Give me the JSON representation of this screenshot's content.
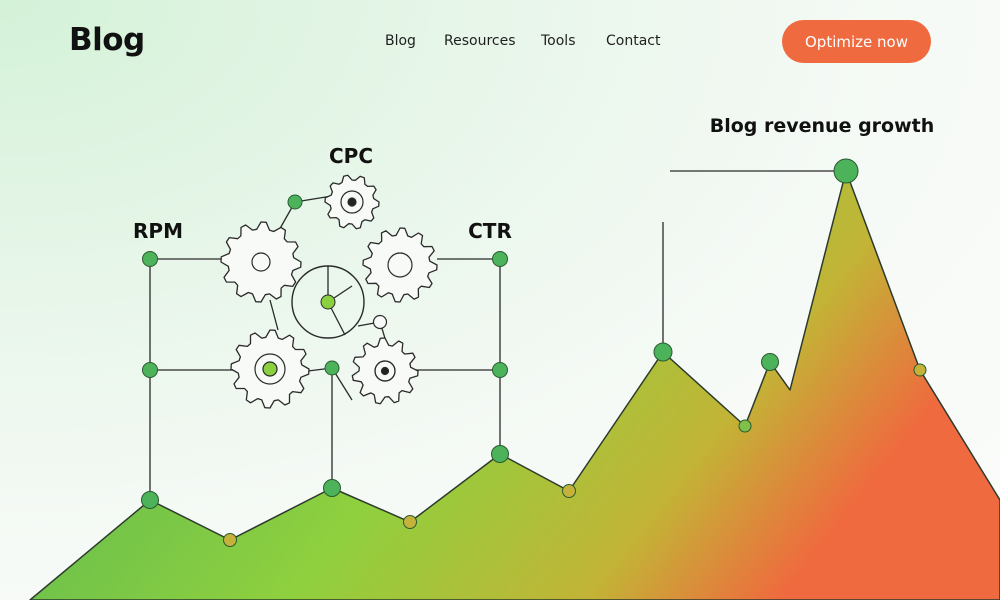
{
  "header": {
    "logo": "Blog",
    "nav": [
      {
        "label": "Blog"
      },
      {
        "label": "Resources"
      },
      {
        "label": "Tools"
      },
      {
        "label": "Contact"
      }
    ],
    "cta_label": "Optimize now"
  },
  "illustration": {
    "labels": {
      "rpm": "RPM",
      "cpc": "CPC",
      "ctr": "CTR",
      "growth": "Blog revenue growth"
    },
    "colors": {
      "accent": "#ef6a3e",
      "green": "#4cb35a",
      "lime": "#8bd03f",
      "olive": "#c4b23a"
    },
    "icons": [
      "gear-icon",
      "network-node-icon"
    ]
  }
}
